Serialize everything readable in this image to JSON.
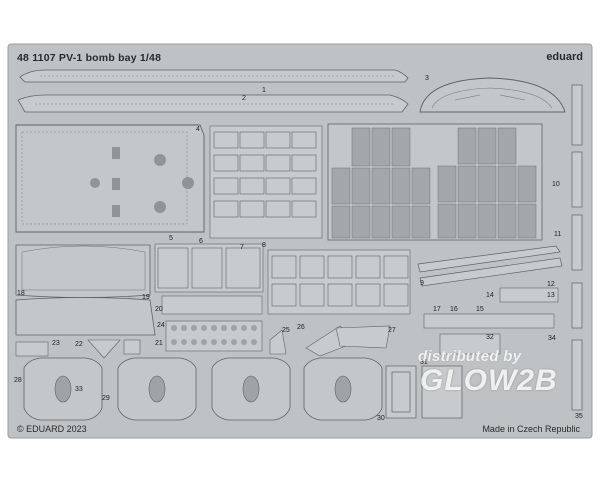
{
  "fret": {
    "title": "48 1107  PV-1 bomb bay  1/48",
    "brand": "eduard",
    "copyright": "© EDUARD 2023",
    "origin": "Made in Czech Republic"
  },
  "watermark": {
    "line1": "distributed by",
    "line2": "GLOW2B"
  },
  "part_numbers": [
    "1",
    "2",
    "3",
    "4",
    "5",
    "6",
    "7",
    "8",
    "9",
    "10",
    "11",
    "12",
    "13",
    "14",
    "15",
    "16",
    "17",
    "18",
    "19",
    "20",
    "21",
    "22",
    "23",
    "24",
    "25",
    "26",
    "27",
    "28",
    "29",
    "30",
    "31",
    "32",
    "33",
    "34",
    "35"
  ],
  "colors": {
    "metal": "#b9bcbe",
    "metal_dark": "#9fa3a6",
    "outline": "#5e6366",
    "background": "#ffffff"
  }
}
